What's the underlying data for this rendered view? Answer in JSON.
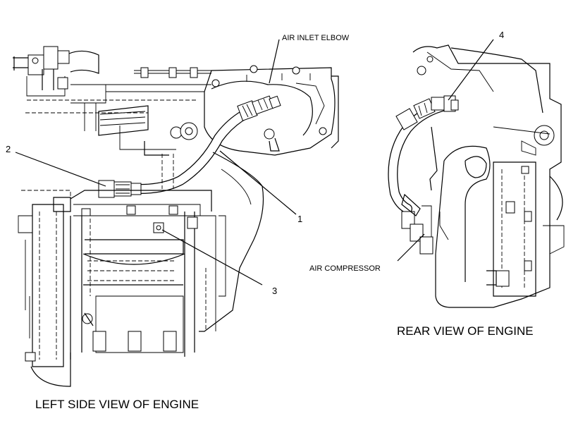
{
  "labels": {
    "air_inlet_elbow": "AIR INLET ELBOW",
    "air_compressor": "AIR COMPRESSOR",
    "callout_1": "1",
    "callout_2": "2",
    "callout_3": "3",
    "callout_4": "4"
  },
  "captions": {
    "left_view": "LEFT SIDE VIEW OF ENGINE",
    "rear_view": "REAR VIEW OF ENGINE"
  }
}
